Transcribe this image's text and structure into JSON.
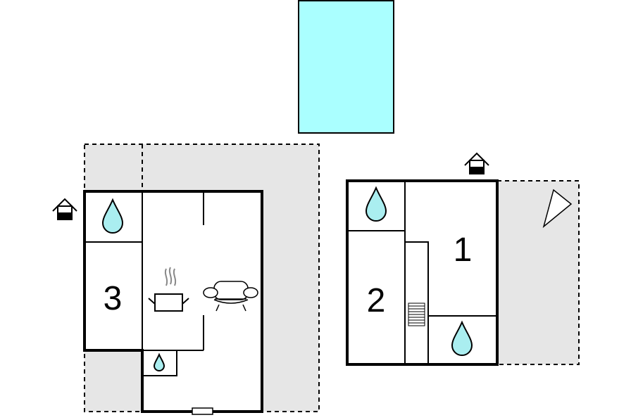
{
  "floorplan": {
    "rooms": [
      {
        "id": "room-1",
        "label": "1"
      },
      {
        "id": "room-2",
        "label": "2"
      },
      {
        "id": "room-3",
        "label": "3"
      }
    ],
    "colors": {
      "pool": "#aaffff",
      "terrace": "#e6e6e6",
      "water_drop": "#aaeef0",
      "walls": "#000000"
    },
    "icons": [
      "water-drop-icon",
      "kitchen-pot-icon",
      "sofa-icon",
      "entrance-house-icon",
      "stairs-icon",
      "pointer-icon"
    ]
  }
}
